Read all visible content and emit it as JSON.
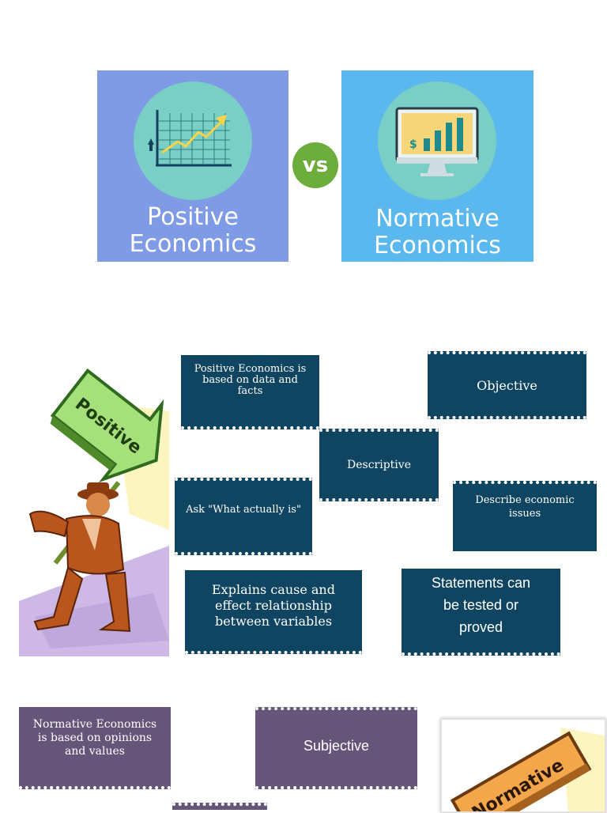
{
  "banner": {
    "left_title_line1": "Positive",
    "left_title_line2": "Economics",
    "vs": "vs",
    "right_title_line1": "Normative",
    "right_title_line2": "Economics",
    "currency_symbol": "$"
  },
  "positive_sign": "Positive",
  "normative_sign": "Normative",
  "positive_boxes": [
    "Positive Economics is based on data and facts",
    "Objective",
    "Descriptive",
    "Ask \"What actually is\"",
    "Describe economic issues",
    "Explains cause and effect relationship between variables",
    "Statements can be tested or proved"
  ],
  "normative_boxes": [
    "Normative Economics is based on opinions and values",
    "Subjective"
  ],
  "colors": {
    "positive_panel": "#7f9be6",
    "normative_panel": "#5ab8ee",
    "vs_badge": "#6cad3c",
    "positive_box": "#0f4560",
    "normative_box": "#645579"
  }
}
